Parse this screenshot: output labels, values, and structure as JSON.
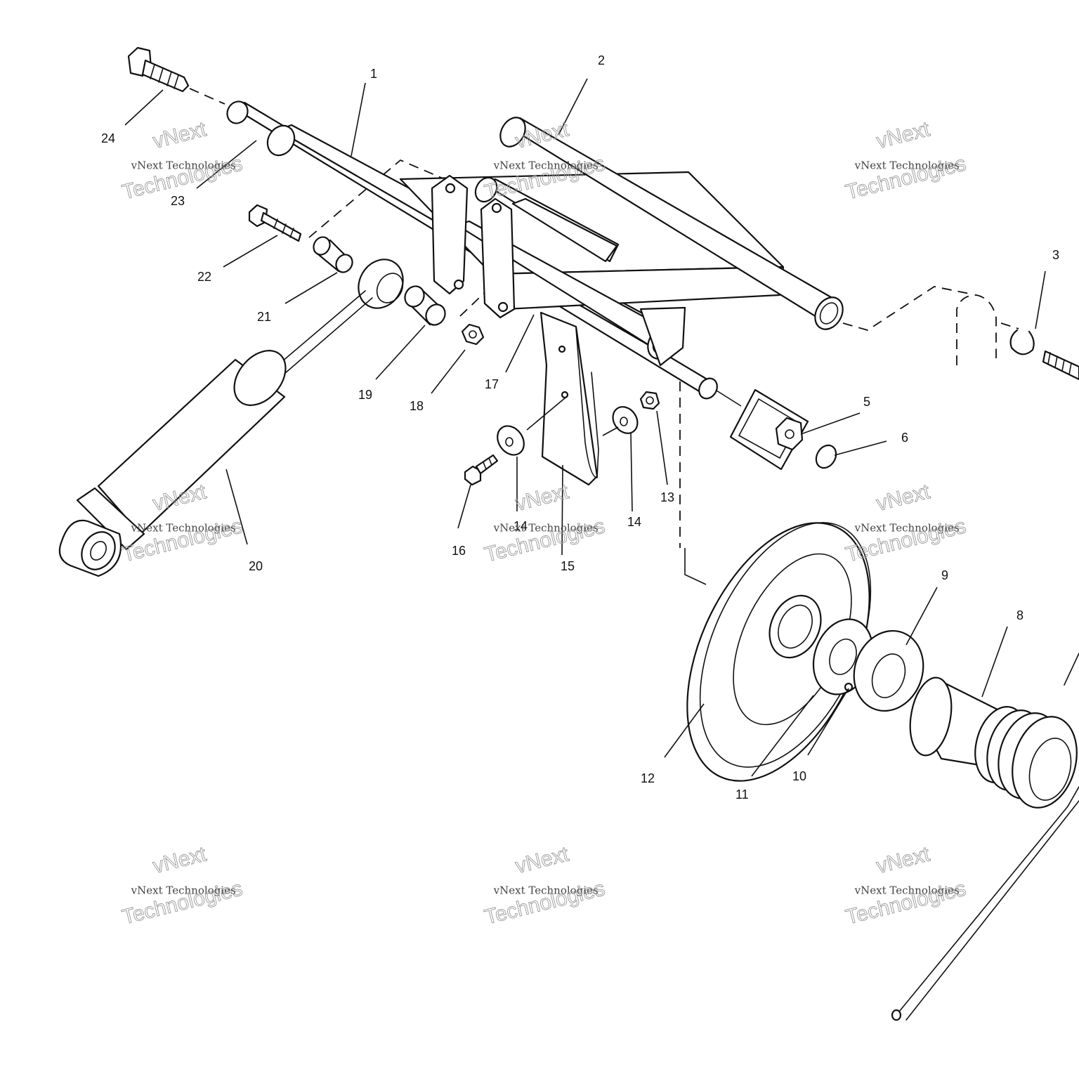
{
  "callouts": [
    {
      "id": "1",
      "text": "1"
    },
    {
      "id": "2",
      "text": "2"
    },
    {
      "id": "3",
      "text": "3"
    },
    {
      "id": "5",
      "text": "5"
    },
    {
      "id": "6",
      "text": "6"
    },
    {
      "id": "8",
      "text": "8"
    },
    {
      "id": "9",
      "text": "9"
    },
    {
      "id": "10",
      "text": "10"
    },
    {
      "id": "11",
      "text": "11"
    },
    {
      "id": "12",
      "text": "12"
    },
    {
      "id": "13",
      "text": "13"
    },
    {
      "id": "14a",
      "text": "14"
    },
    {
      "id": "14b",
      "text": "14"
    },
    {
      "id": "15",
      "text": "15"
    },
    {
      "id": "16",
      "text": "16"
    },
    {
      "id": "17",
      "text": "17"
    },
    {
      "id": "18",
      "text": "18"
    },
    {
      "id": "19",
      "text": "19"
    },
    {
      "id": "20",
      "text": "20"
    },
    {
      "id": "21",
      "text": "21"
    },
    {
      "id": "22",
      "text": "22"
    },
    {
      "id": "23",
      "text": "23"
    },
    {
      "id": "24",
      "text": "24"
    }
  ],
  "watermark": {
    "line1": "vNext",
    "line2": "vNext Technologies",
    "line3": "Technologies"
  }
}
